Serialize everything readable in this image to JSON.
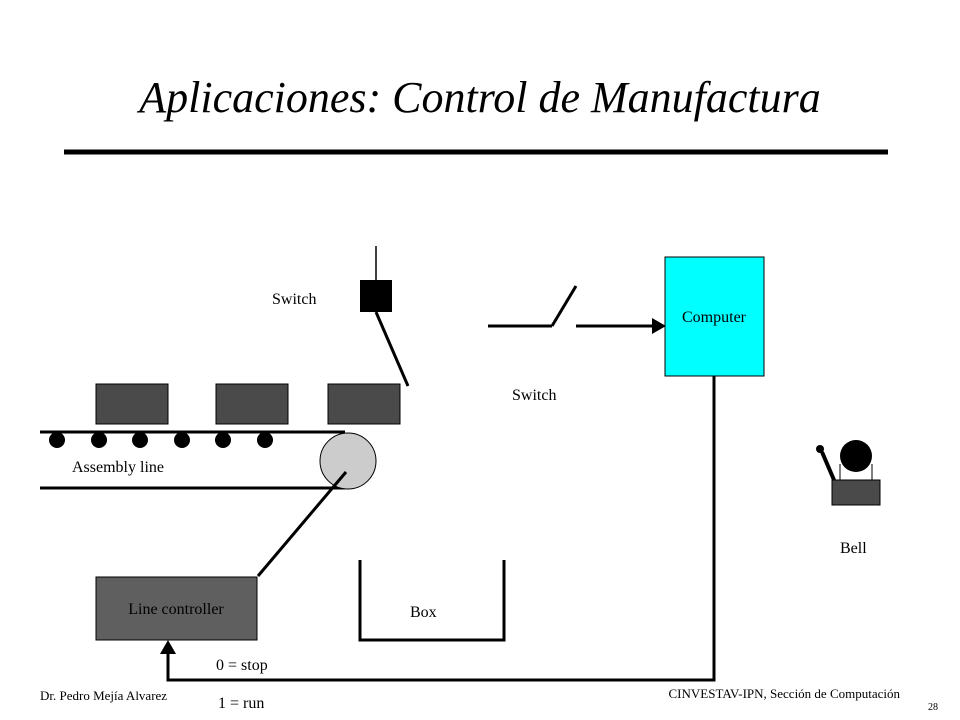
{
  "title": "Aplicaciones: Control de Manufactura",
  "diagram": {
    "switch_top_label": "Switch",
    "switch_mid_label": "Switch",
    "computer_label": "Computer",
    "assembly_label": "Assembly line",
    "line_controller_label": "Line controller",
    "box_label": "Box",
    "bell_label": "Bell",
    "stop_label": "0 = stop",
    "run_label": "1 = run",
    "colors": {
      "computer_fill": "#00ffff",
      "controller_fill": "#5f5f5f",
      "item_fill": "#4a4a4a",
      "roller_fill": "#cccccc"
    }
  },
  "footer": {
    "author": "Dr. Pedro Mejía Alvarez",
    "institution": "CINVESTAV-IPN,  Sección de Computación",
    "page": "28"
  }
}
